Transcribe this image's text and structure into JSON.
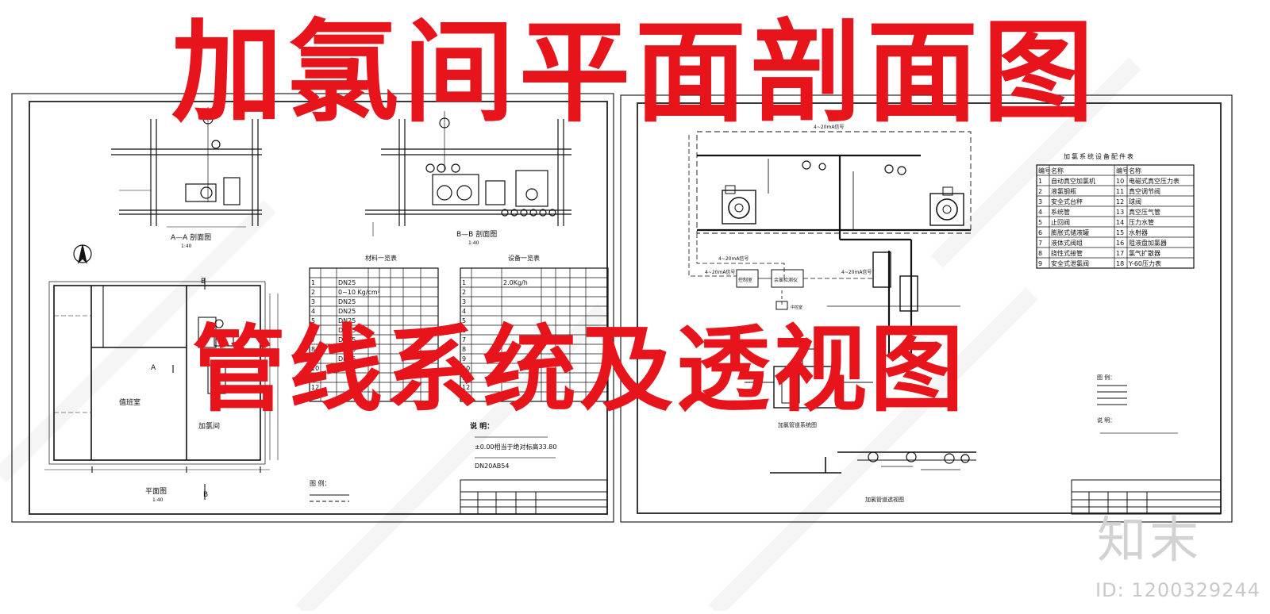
{
  "titles": {
    "main": "加氯间平面剖面图",
    "sub": "管线系统及透视图"
  },
  "left_sheet": {
    "section_aa": "A—A 剖面图",
    "section_bb": "B—B 剖面图",
    "plan": "平面图",
    "scale_a": "1:40",
    "scale_b": "1:40",
    "scale_plan": "1:40",
    "room_duty": "值班室",
    "room_chlor": "加氯间",
    "mark_a": "A",
    "mark_b": "B",
    "materials_table_title": "材料一览表",
    "equipment_table_title": "设备一览表",
    "notes_title": "说 明：",
    "elevation_note": "±0.00相当于绝对标高33.80",
    "pipe_note": "DN20AB54",
    "legend_title": "图 例：",
    "materials_rows": [
      "DN25",
      "0~10 Kg/cm²",
      "DN25",
      "DN25",
      "DN25",
      "DN25",
      "DN15",
      "DN15",
      "DN15",
      "",
      "",
      "",
      ""
    ],
    "equipment_rows": [
      "2.0Kg/h",
      "",
      "",
      "",
      "",
      "",
      "",
      "",
      "",
      "",
      "",
      "",
      ""
    ]
  },
  "right_sheet": {
    "signal_1": "4~20mA信号",
    "signal_2": "4~20mA信号",
    "signal_3": "4~20mA信号",
    "signal_top": "4~20mA信号",
    "box_1": "控制室",
    "box_2": "余氯检测仪",
    "box_3": "中控室",
    "detail_caption": "加氯管道系统图",
    "iso_caption": "加氯管道透视图",
    "legend_title": "图 例：",
    "notes_title": "说 明：",
    "parts_table_title": "加氯系统设备配件表",
    "parts_table": {
      "headers": [
        "编号",
        "名称",
        "编号",
        "名称"
      ],
      "rows": [
        [
          "1",
          "自动真空加氯机",
          "10",
          "电磁式真空压力表"
        ],
        [
          "2",
          "液氯钢瓶",
          "11",
          "真空调节阀"
        ],
        [
          "3",
          "安全式台秤",
          "12",
          "球阀"
        ],
        [
          "4",
          "系统管",
          "13",
          "真空压气管"
        ],
        [
          "5",
          "止回阀",
          "14",
          "压力水管"
        ],
        [
          "6",
          "膨胀式储液罐",
          "15",
          "水射器"
        ],
        [
          "7",
          "液体式阀组",
          "16",
          "阻液盘加氯器"
        ],
        [
          "8",
          "挠性式接管",
          "17",
          "氯气扩散器"
        ],
        [
          "9",
          "安全式泄氯阀",
          "18",
          "Y-60压力表"
        ]
      ]
    }
  },
  "watermark": {
    "brand": "知末",
    "id": "ID: 1200329244"
  }
}
